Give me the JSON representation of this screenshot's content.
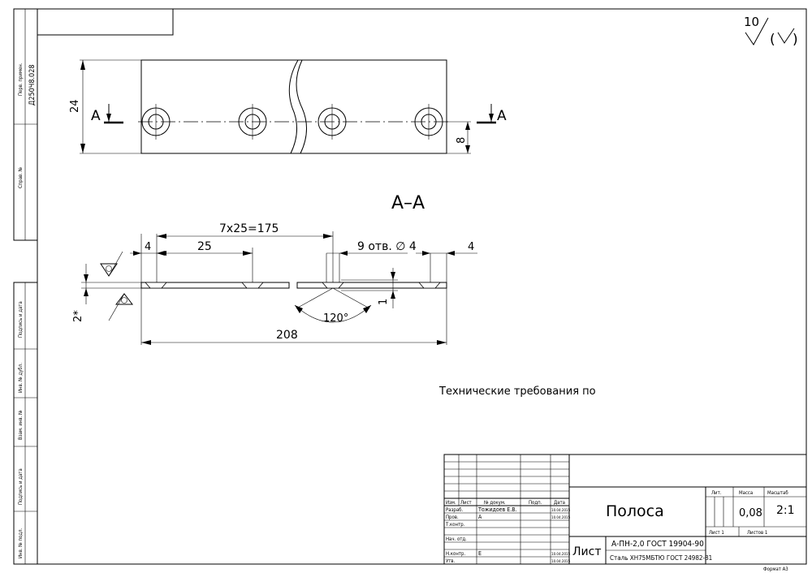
{
  "view": {
    "section_label_left": "A",
    "section_label_right": "A",
    "section_title": "A–A",
    "dim_width": "24",
    "dim_hole_offset": "8",
    "dim_pitch": "7x25=175",
    "dim_end_left": "4",
    "dim_step": "25",
    "dim_holes_note": "9 отв. ∅ 4",
    "dim_end_right": "4",
    "dim_angle": "120°",
    "dim_depth": "1",
    "dim_thickness": "2*",
    "dim_length": "208"
  },
  "roughness": {
    "value": "10",
    "symbol": "√(√)"
  },
  "tech_requirements": "Технические требования по",
  "side_stamp": {
    "doc_number": "Д250Ч8.028",
    "fields": [
      "Перв. примен.",
      "Справ. №",
      "Подпись и дата",
      "Инв. № дубл.",
      "Взам. инв. №",
      "Подпись и дата",
      "Инв. № подл."
    ]
  },
  "title_block": {
    "headers": {
      "change": "Изм.",
      "sheet": "Лист",
      "doc_no": "№ докум.",
      "signature": "Подп.",
      "date": "Дата"
    },
    "roles": [
      {
        "role": "Разраб.",
        "name": "Тожидоев Е.В.",
        "date": "10.04.2015"
      },
      {
        "role": "Пров.",
        "name": "А",
        "date": "10.04.2015"
      },
      {
        "role": "Т.контр.",
        "name": "",
        "date": ""
      },
      {
        "role": "Нач. отд.",
        "name": "",
        "date": ""
      },
      {
        "role": "Н.контр.",
        "name": "Е",
        "date": "10.04.2015"
      },
      {
        "role": "Утв.",
        "name": "",
        "date": "10.04.2015"
      }
    ],
    "part_name": "Полоса",
    "sheet_word": "Лист",
    "material_line1": "А-ПН-2,0 ГОСТ 19904-90",
    "material_line2": "Сталь ХН75МБТЮ ГОСТ 24982-81",
    "lit_label": "Лит.",
    "mass_label": "Масса",
    "scale_label": "Масштаб",
    "mass_value": "0,08",
    "scale_value": "2:1",
    "sheet_label": "Лист 1",
    "sheets_label": "Листов 1"
  },
  "format": "Формат А3"
}
